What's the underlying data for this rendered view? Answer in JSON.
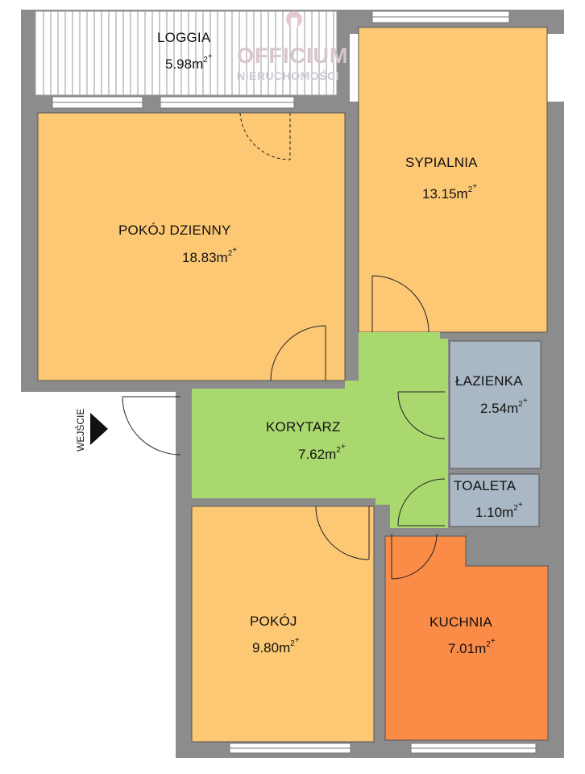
{
  "logo": {
    "name": "OFFICIUM",
    "subtitle": "NIERUCHOMOŚCI"
  },
  "entrance": {
    "label": "WEJŚCIE"
  },
  "unit": "m",
  "unit_sup": "2",
  "unit_plus": "+",
  "colors": {
    "wall": "#8c8c8c",
    "living": "#fdc874",
    "corridor": "#a9d86e",
    "bathroom": "#aab8c5",
    "kitchen": "#fb8c48",
    "loggia": "#ffffff"
  },
  "rooms": {
    "loggia": {
      "name": "LOGGIA",
      "area": "5.98"
    },
    "living": {
      "name": "POKÓJ DZIENNY",
      "area": "18.83"
    },
    "bedroom": {
      "name": "SYPIALNIA",
      "area": "13.15"
    },
    "corridor": {
      "name": "KORYTARZ",
      "area": "7.62"
    },
    "bathroom": {
      "name": "ŁAZIENKA",
      "area": "2.54"
    },
    "toilet": {
      "name": "TOALETA",
      "area": "1.10"
    },
    "room": {
      "name": "POKÓJ",
      "area": "9.80"
    },
    "kitchen": {
      "name": "KUCHNIA",
      "area": "7.01"
    }
  }
}
